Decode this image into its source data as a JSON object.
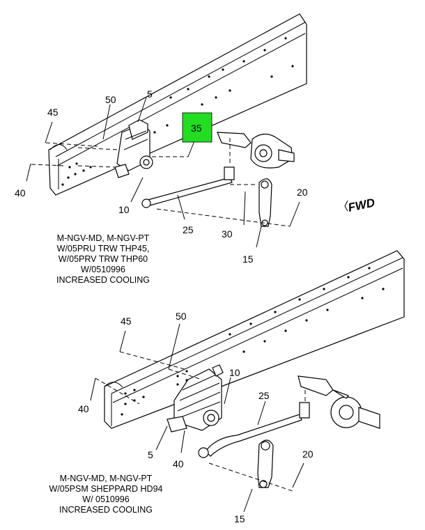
{
  "top_view": {
    "callouts": {
      "c5": "5",
      "c50": "50",
      "c45": "45",
      "c35": "35",
      "c40": "40",
      "c10": "10",
      "c25": "25",
      "c30": "30",
      "c20": "20",
      "c15": "15"
    },
    "highlight_color": "#22dd22",
    "caption": [
      "M-NGV-MD, M-NGV-PT",
      "W/05PRU TRW THP45,",
      "W/05PRV TRW THP60",
      "W/0510996",
      "INCREASED COOLING"
    ]
  },
  "bottom_view": {
    "callouts": {
      "c45": "45",
      "c50": "50",
      "c10": "10",
      "c25": "25",
      "c40a": "40",
      "c5": "5",
      "c40b": "40",
      "c20": "20",
      "c15": "15"
    },
    "caption": [
      "M-NGV-MD, M-NGV-PT",
      "W/05PSM SHEPPARD HD94",
      "W/ 0510996",
      "INCREASED COOLING"
    ]
  },
  "direction_label": "FWD"
}
